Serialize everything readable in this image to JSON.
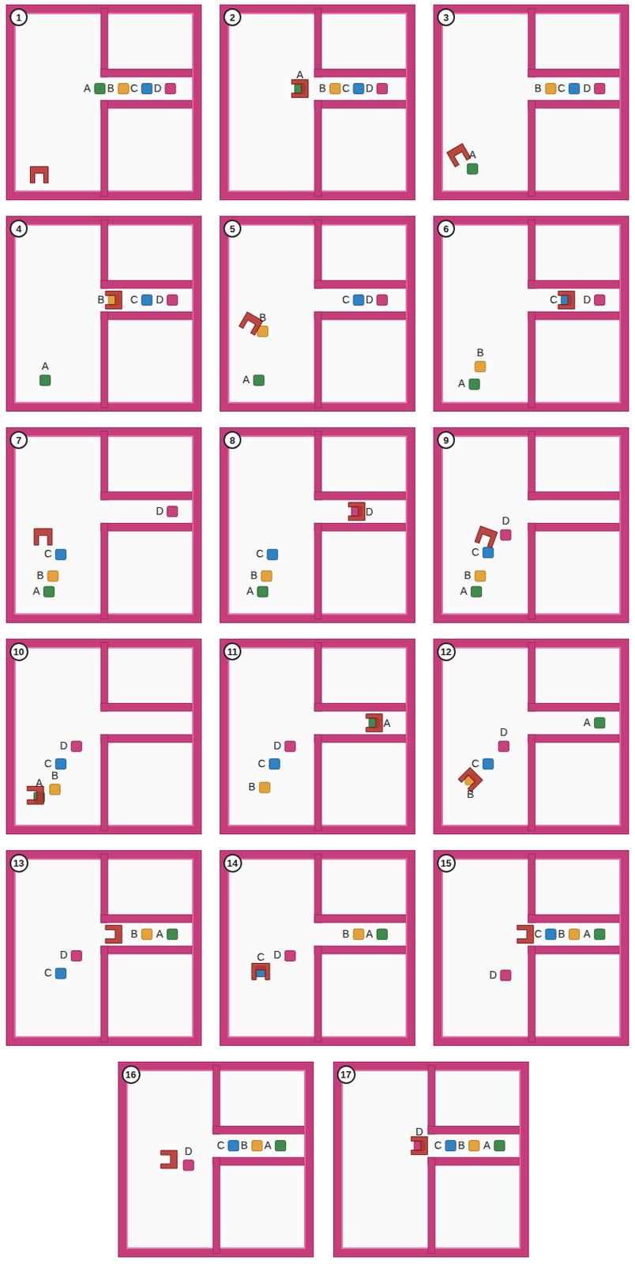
{
  "diagram": {
    "nodes": [
      {
        "text": [
          "1"
        ]
      },
      {
        "text": [
          "2"
        ]
      },
      {
        "text": [
          "3"
        ]
      },
      {
        "text": [
          "4"
        ]
      },
      {
        "text": [
          "5"
        ]
      },
      {
        "text": [
          "6"
        ]
      },
      {
        "text": [
          "7"
        ]
      },
      {
        "text": [
          "8"
        ]
      },
      {
        "text": [
          "9"
        ]
      },
      {
        "text": [
          "10"
        ]
      },
      {
        "text": [
          "11"
        ]
      },
      {
        "text": [
          "12"
        ]
      },
      {
        "text": [
          "13"
        ]
      },
      {
        "text": [
          "14"
        ]
      },
      {
        "text": [
          "15"
        ]
      },
      {
        "text": [
          "16"
        ]
      },
      {
        "text": [
          "17"
        ]
      }
    ],
    "labels": [
      "A",
      "B",
      "C",
      "D",
      "A",
      "B",
      "C",
      "D",
      "B",
      "C",
      "D",
      "A",
      "B",
      "C",
      "D",
      "A",
      "C",
      "D",
      "B",
      "A",
      "C",
      "D",
      "B",
      "A",
      "D",
      "C",
      "B",
      "A",
      "D",
      "C",
      "B",
      "A",
      "D",
      "C",
      "B",
      "A",
      "D",
      "C",
      "A",
      "B",
      "A",
      "D",
      "C",
      "B",
      "A",
      "D",
      "C",
      "B",
      "B",
      "A",
      "D",
      "C",
      "B",
      "A",
      "C",
      "D",
      "C",
      "B",
      "A",
      "D",
      "C",
      "B",
      "A",
      "D",
      "D",
      "C",
      "B",
      "A"
    ]
  }
}
